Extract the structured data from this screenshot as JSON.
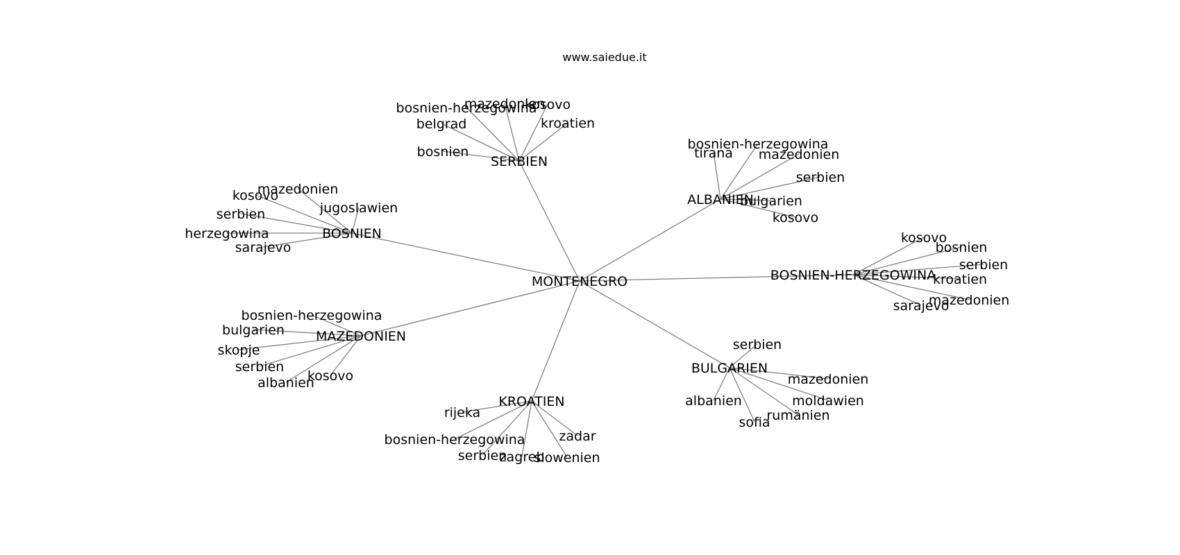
{
  "title": "www.saiedue.it",
  "colors": {
    "edge": "#808080",
    "text": "#000000",
    "background": "#ffffff"
  },
  "root": {
    "id": "montenegro",
    "label": "MONTENEGRO"
  },
  "hubs": [
    {
      "id": "serbien-hub",
      "label": "SERBIEN",
      "children": [
        {
          "id": "serbien-bosnien-herzegowina",
          "label": "bosnien-herzegowina"
        },
        {
          "id": "serbien-mazedonien",
          "label": "mazedonien"
        },
        {
          "id": "serbien-kosovo",
          "label": "kosovo"
        },
        {
          "id": "serbien-belgrad",
          "label": "belgrad"
        },
        {
          "id": "serbien-kroatien",
          "label": "kroatien"
        },
        {
          "id": "serbien-bosnien",
          "label": "bosnien"
        }
      ]
    },
    {
      "id": "albanien-hub",
      "label": "ALBANIEN",
      "children": [
        {
          "id": "albanien-bosnien-herzegowina",
          "label": "bosnien-herzegowina"
        },
        {
          "id": "albanien-tirana",
          "label": "tirana"
        },
        {
          "id": "albanien-mazedonien",
          "label": "mazedonien"
        },
        {
          "id": "albanien-serbien",
          "label": "serbien"
        },
        {
          "id": "albanien-bulgarien",
          "label": "bulgarien"
        },
        {
          "id": "albanien-kosovo",
          "label": "kosovo"
        }
      ]
    },
    {
      "id": "bosnien-hub",
      "label": "BOSNIEN",
      "children": [
        {
          "id": "bosnien-mazedonien",
          "label": "mazedonien"
        },
        {
          "id": "bosnien-kosovo",
          "label": "kosovo"
        },
        {
          "id": "bosnien-jugoslawien",
          "label": "jugoslawien"
        },
        {
          "id": "bosnien-serbien",
          "label": "serbien"
        },
        {
          "id": "bosnien-herzegowina",
          "label": "herzegowina"
        },
        {
          "id": "bosnien-sarajevo",
          "label": "sarajevo"
        }
      ]
    },
    {
      "id": "bosnien-herzegowina-hub",
      "label": "BOSNIEN-HERZEGOWINA",
      "children": [
        {
          "id": "bh-kosovo",
          "label": "kosovo"
        },
        {
          "id": "bh-bosnien",
          "label": "bosnien"
        },
        {
          "id": "bh-serbien",
          "label": "serbien"
        },
        {
          "id": "bh-kroatien",
          "label": "kroatien"
        },
        {
          "id": "bh-mazedonien",
          "label": "mazedonien"
        },
        {
          "id": "bh-sarajevo",
          "label": "sarajevo"
        }
      ]
    },
    {
      "id": "mazedonien-hub",
      "label": "MAZEDONIEN",
      "children": [
        {
          "id": "mazedonien-bosnien-herzegowina",
          "label": "bosnien-herzegowina"
        },
        {
          "id": "mazedonien-bulgarien",
          "label": "bulgarien"
        },
        {
          "id": "mazedonien-skopje",
          "label": "skopje"
        },
        {
          "id": "mazedonien-serbien",
          "label": "serbien"
        },
        {
          "id": "mazedonien-kosovo",
          "label": "kosovo"
        },
        {
          "id": "mazedonien-albanien",
          "label": "albanien"
        }
      ]
    },
    {
      "id": "bulgarien-hub",
      "label": "BULGARIEN",
      "children": [
        {
          "id": "bulgarien-serbien",
          "label": "serbien"
        },
        {
          "id": "bulgarien-mazedonien",
          "label": "mazedonien"
        },
        {
          "id": "bulgarien-albanien",
          "label": "albanien"
        },
        {
          "id": "bulgarien-moldawien",
          "label": "moldawien"
        },
        {
          "id": "bulgarien-rumanien",
          "label": "rumänien"
        },
        {
          "id": "bulgarien-sofia",
          "label": "sofia"
        }
      ]
    },
    {
      "id": "kroatien-hub",
      "label": "KROATIEN",
      "children": [
        {
          "id": "kroatien-rijeka",
          "label": "rijeka"
        },
        {
          "id": "kroatien-zadar",
          "label": "zadar"
        },
        {
          "id": "kroatien-bosnien-herzegowina",
          "label": "bosnien-herzegowina"
        },
        {
          "id": "kroatien-serbien",
          "label": "serbien"
        },
        {
          "id": "kroatien-zagreb",
          "label": "zagreb"
        },
        {
          "id": "kroatien-slowenien",
          "label": "slowenien"
        }
      ]
    }
  ]
}
